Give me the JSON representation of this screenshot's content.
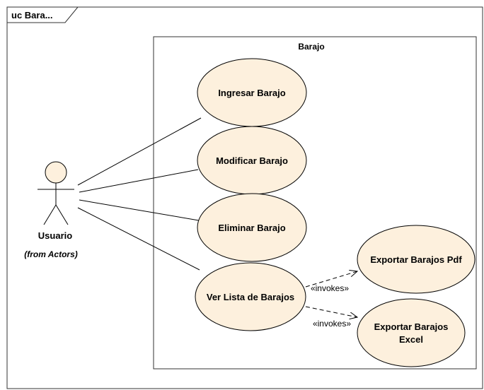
{
  "frame": {
    "tab_label": "uc Bara..."
  },
  "system": {
    "title": "Barajo"
  },
  "actor": {
    "name": "Usuario",
    "note": "(from Actors)"
  },
  "use_cases": {
    "ingresar": "Ingresar Barajo",
    "modificar": "Modificar Barajo",
    "eliminar": "Eliminar Barajo",
    "ver_lista": "Ver Lista de Barajos",
    "exportar_pdf": "Exportar Barajos Pdf",
    "exportar_excel_line1": "Exportar Barajos",
    "exportar_excel_line2": "Excel"
  },
  "relations": {
    "invokes_pdf": "«invokes»",
    "invokes_excel": "«invokes»"
  },
  "colors": {
    "use_case_fill": "#FDF0DD",
    "stroke": "#000000",
    "frame_stroke": "#333333"
  }
}
